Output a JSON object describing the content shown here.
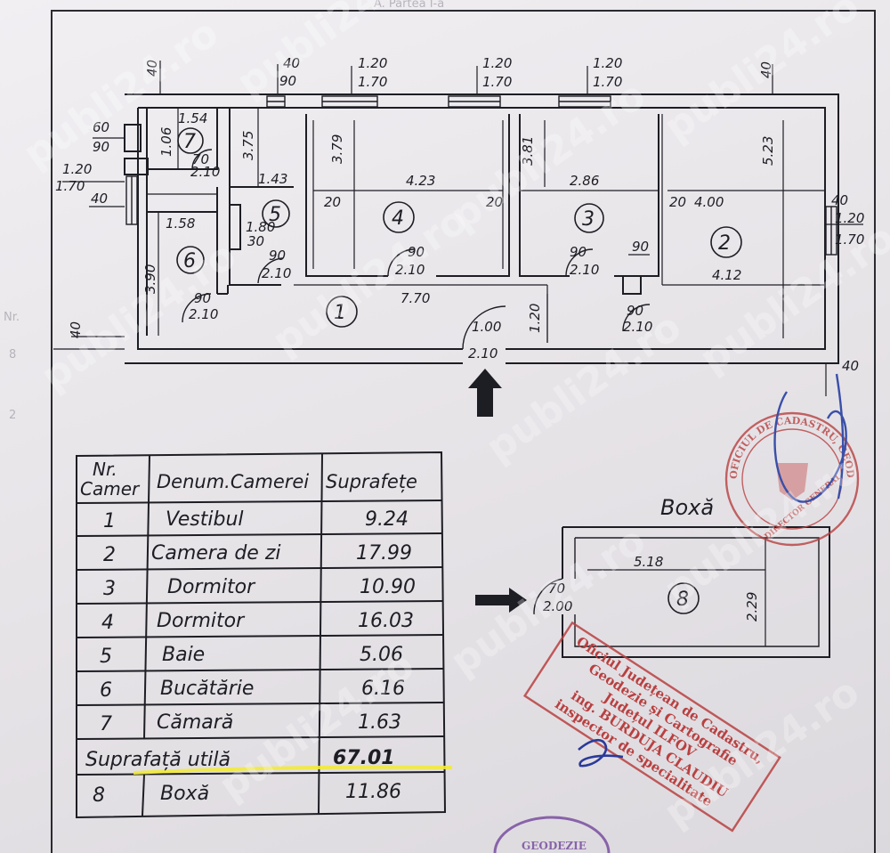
{
  "ghost": {
    "top_title": "A. Partea I-a",
    "row_marker_a": "Nr.",
    "row_marker_b": "8",
    "row_marker_c": "2"
  },
  "watermark": "publi24.ro",
  "plan": {
    "rooms": [
      {
        "num": "1"
      },
      {
        "num": "2"
      },
      {
        "num": "3"
      },
      {
        "num": "4"
      },
      {
        "num": "5"
      },
      {
        "num": "6"
      },
      {
        "num": "7"
      },
      {
        "num": "8"
      }
    ],
    "dims": {
      "top_40_left": "40",
      "win1_a": "40",
      "win1_b": "90",
      "win2_a": "1.20",
      "win2_b": "1.70",
      "win3_a": "1.20",
      "win3_b": "1.70",
      "win4_a": "1.20",
      "win4_b": "1.70",
      "top_40_right": "40",
      "left_60": "60",
      "left_90": "90",
      "left_120": "1.20",
      "left_170": "1.70",
      "left_40": "40",
      "r7_w": "1.54",
      "r7_h": "1.06",
      "r7_door_a": "70",
      "r7_door_b": "2.10",
      "r6_w": "1.58",
      "r6_h": "3.90",
      "r5_h": "3.75",
      "r5_w": "1.43",
      "r5_door_a": "1.80",
      "r5_door_b": "30",
      "r4_h": "3.79",
      "r4_w": "4.23",
      "r4_20a": "20",
      "r4_20b": "20",
      "r3_h": "3.81",
      "r3_w": "2.86",
      "r2_20": "20",
      "r2_w": "4.00",
      "r2_h": "5.23",
      "r2_w2": "4.12",
      "right_40": "40",
      "right_120": "1.20",
      "right_170": "1.70",
      "d_r6_a": "90",
      "d_r6_b": "2.10",
      "d_r5_a": "90",
      "d_r5_b": "2.10",
      "d_r4_a": "90",
      "d_r4_b": "2.10",
      "d_r3_a": "90",
      "d_r3_b": "2.10",
      "d_small": "90",
      "hall_len": "7.70",
      "hall_h": "1.20",
      "d_main_a": "1.00",
      "d_main_b": "2.10",
      "d_r2_a": "90",
      "d_r2_b": "2.10",
      "bottom_left_40": "40",
      "bottom_right_40": "40"
    }
  },
  "boxa": {
    "title": "Boxă",
    "w": "5.18",
    "h": "2.29",
    "door_a": "70",
    "door_b": "2.00"
  },
  "table": {
    "header": {
      "nr": "Nr.",
      "nr2": "Camer",
      "name": "Denum.Camerei",
      "area": "Suprafețe"
    },
    "rows": [
      {
        "nr": "1",
        "name": "Vestibul",
        "area": "9.24"
      },
      {
        "nr": "2",
        "name": "Camera de zi",
        "area": "17.99"
      },
      {
        "nr": "3",
        "name": "Dormitor",
        "area": "10.90"
      },
      {
        "nr": "4",
        "name": "Dormitor",
        "area": "16.03"
      },
      {
        "nr": "5",
        "name": "Baie",
        "area": "5.06"
      },
      {
        "nr": "6",
        "name": "Bucătărie",
        "area": "6.16"
      },
      {
        "nr": "7",
        "name": "Cămară",
        "area": "1.63"
      }
    ],
    "util_label": "Suprafață utilă",
    "util_value": "67.01",
    "boxa_row": {
      "nr": "8",
      "name": "Boxă",
      "area": "11.86"
    }
  },
  "stamp_rect": {
    "line1": "Oficiul Județean de Cadastru,",
    "line2": "Geodezie și Cartografie",
    "line3": "Județul ILFOV",
    "line4": "ing. BURDUJA CLAUDIU",
    "line5": "inspector de specialitate"
  },
  "stamp_round": {
    "ring": "OFICIUL DE CADASTRU, GEODEZIE ȘI CARTOGRAFIE",
    "center": "DIRECTOR GENERAL"
  },
  "stamp_bottom": "GEODEZIE",
  "colors": {
    "ink": "#1d1d24",
    "stamp": "#b84040",
    "signature": "#3a4fa8",
    "highlight": "#f2ea3a"
  }
}
